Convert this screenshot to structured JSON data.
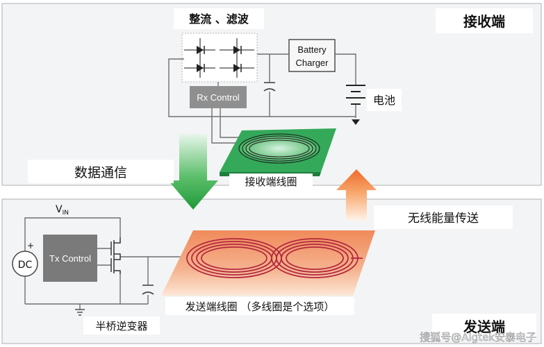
{
  "receiver": {
    "section_title": "接收端",
    "rectifier_label": "整流 、滤波",
    "charger_label_line1": "Battery",
    "charger_label_line2": "Charger",
    "battery_label": "电池",
    "rx_control_label": "Rx Control",
    "coil_label": "接收端线圈"
  },
  "transmitter": {
    "section_title": "发送端",
    "vin_label": "V",
    "vin_sub": "IN",
    "dc_label": "DC",
    "tx_control_label": "Tx Control",
    "inverter_label": "半桥逆变器",
    "coil_label": "发送端线圈 （多线圈是个选项）",
    "plus_sign": "+"
  },
  "arrows": {
    "data_comm_label": "数据通信",
    "power_transfer_label": "无线能量传送"
  },
  "watermark": "搜狐号@Aigtek安泰电子",
  "colors": {
    "green_pad": "#35a95a",
    "orange_pad": "#ef7a45",
    "coil": "#b3273f",
    "wire": "#6f6f6f"
  }
}
